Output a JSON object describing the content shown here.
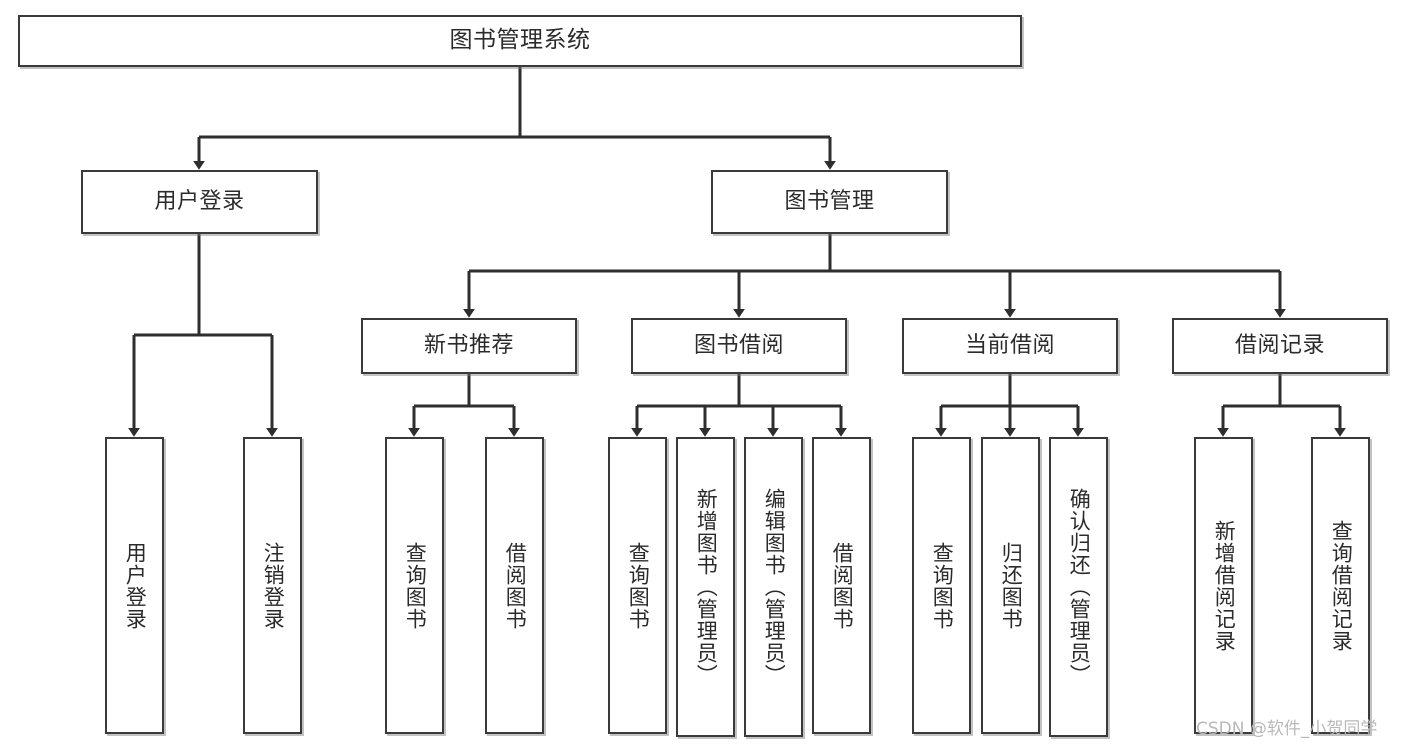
{
  "diagram": {
    "title": "图书管理系统",
    "watermark": "CSDN @软件_小贺同学",
    "colors": {
      "box_border": "#3a3a3a",
      "box_fill": "#ffffff",
      "edge": "#2e2e2e",
      "text": "#2b2b2b",
      "watermark": "#b9b9b9"
    },
    "levels": {
      "root": "图书管理系统",
      "level2": [
        "用户登录",
        "图书管理"
      ],
      "level3": [
        "新书推荐",
        "图书借阅",
        "当前借阅",
        "借阅记录"
      ],
      "leaves": [
        "用户登录",
        "注销登录",
        "查询图书",
        "借阅图书",
        "查询图书",
        "新增图书（管理员）",
        "编辑图书（管理员）",
        "借阅图书",
        "查询图书",
        "归还图书",
        "确认归还（管理员）",
        "新增借阅记录",
        "查询借阅记录"
      ]
    },
    "nodes": {
      "root": {
        "label": "图书管理系统"
      },
      "user_login": {
        "label": "用户登录"
      },
      "book_manage": {
        "label": "图书管理"
      },
      "new_book_rec": {
        "label": "新书推荐"
      },
      "book_borrow": {
        "label": "图书借阅"
      },
      "current_borrow": {
        "label": "当前借阅"
      },
      "borrow_record": {
        "label": "借阅记录"
      },
      "leaf_user_login": {
        "label": "用户登录"
      },
      "leaf_logout": {
        "label": "注销登录"
      },
      "leaf_query_book_1": {
        "label": "查询图书"
      },
      "leaf_borrow_book_1": {
        "label": "借阅图书"
      },
      "leaf_query_book_2": {
        "label": "查询图书"
      },
      "leaf_add_book": {
        "label": "新增图书（管理员）"
      },
      "leaf_edit_book": {
        "label": "编辑图书（管理员）"
      },
      "leaf_borrow_book_2": {
        "label": "借阅图书"
      },
      "leaf_query_book_3": {
        "label": "查询图书"
      },
      "leaf_return_book": {
        "label": "归还图书"
      },
      "leaf_confirm_return": {
        "label": "确认归还（管理员）"
      },
      "leaf_add_record": {
        "label": "新增借阅记录"
      },
      "leaf_query_record": {
        "label": "查询借阅记录"
      }
    },
    "edges": [
      {
        "from": "root",
        "to": "user_login"
      },
      {
        "from": "root",
        "to": "book_manage"
      },
      {
        "from": "user_login",
        "to": "leaf_user_login"
      },
      {
        "from": "user_login",
        "to": "leaf_logout"
      },
      {
        "from": "book_manage",
        "to": "new_book_rec"
      },
      {
        "from": "book_manage",
        "to": "book_borrow"
      },
      {
        "from": "book_manage",
        "to": "current_borrow"
      },
      {
        "from": "book_manage",
        "to": "borrow_record"
      },
      {
        "from": "new_book_rec",
        "to": "leaf_query_book_1"
      },
      {
        "from": "new_book_rec",
        "to": "leaf_borrow_book_1"
      },
      {
        "from": "book_borrow",
        "to": "leaf_query_book_2"
      },
      {
        "from": "book_borrow",
        "to": "leaf_add_book"
      },
      {
        "from": "book_borrow",
        "to": "leaf_edit_book"
      },
      {
        "from": "book_borrow",
        "to": "leaf_borrow_book_2"
      },
      {
        "from": "current_borrow",
        "to": "leaf_query_book_3"
      },
      {
        "from": "current_borrow",
        "to": "leaf_return_book"
      },
      {
        "from": "current_borrow",
        "to": "leaf_confirm_return"
      },
      {
        "from": "borrow_record",
        "to": "leaf_add_record"
      },
      {
        "from": "borrow_record",
        "to": "leaf_query_record"
      }
    ]
  }
}
